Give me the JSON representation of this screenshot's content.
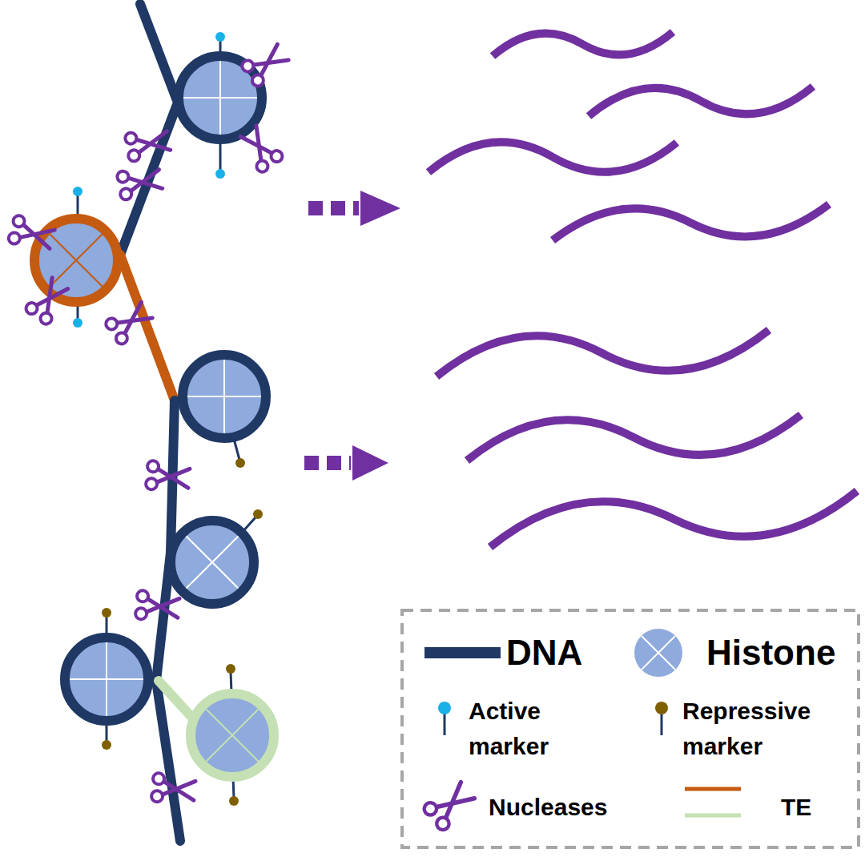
{
  "diagram": {
    "legend": [
      {
        "text": "DNA"
      },
      {
        "text": "Histone"
      },
      {
        "text": "Active marker"
      },
      {
        "text": "Repressive marker"
      },
      {
        "text": "Nucleases"
      },
      {
        "text": "TE"
      }
    ]
  }
}
